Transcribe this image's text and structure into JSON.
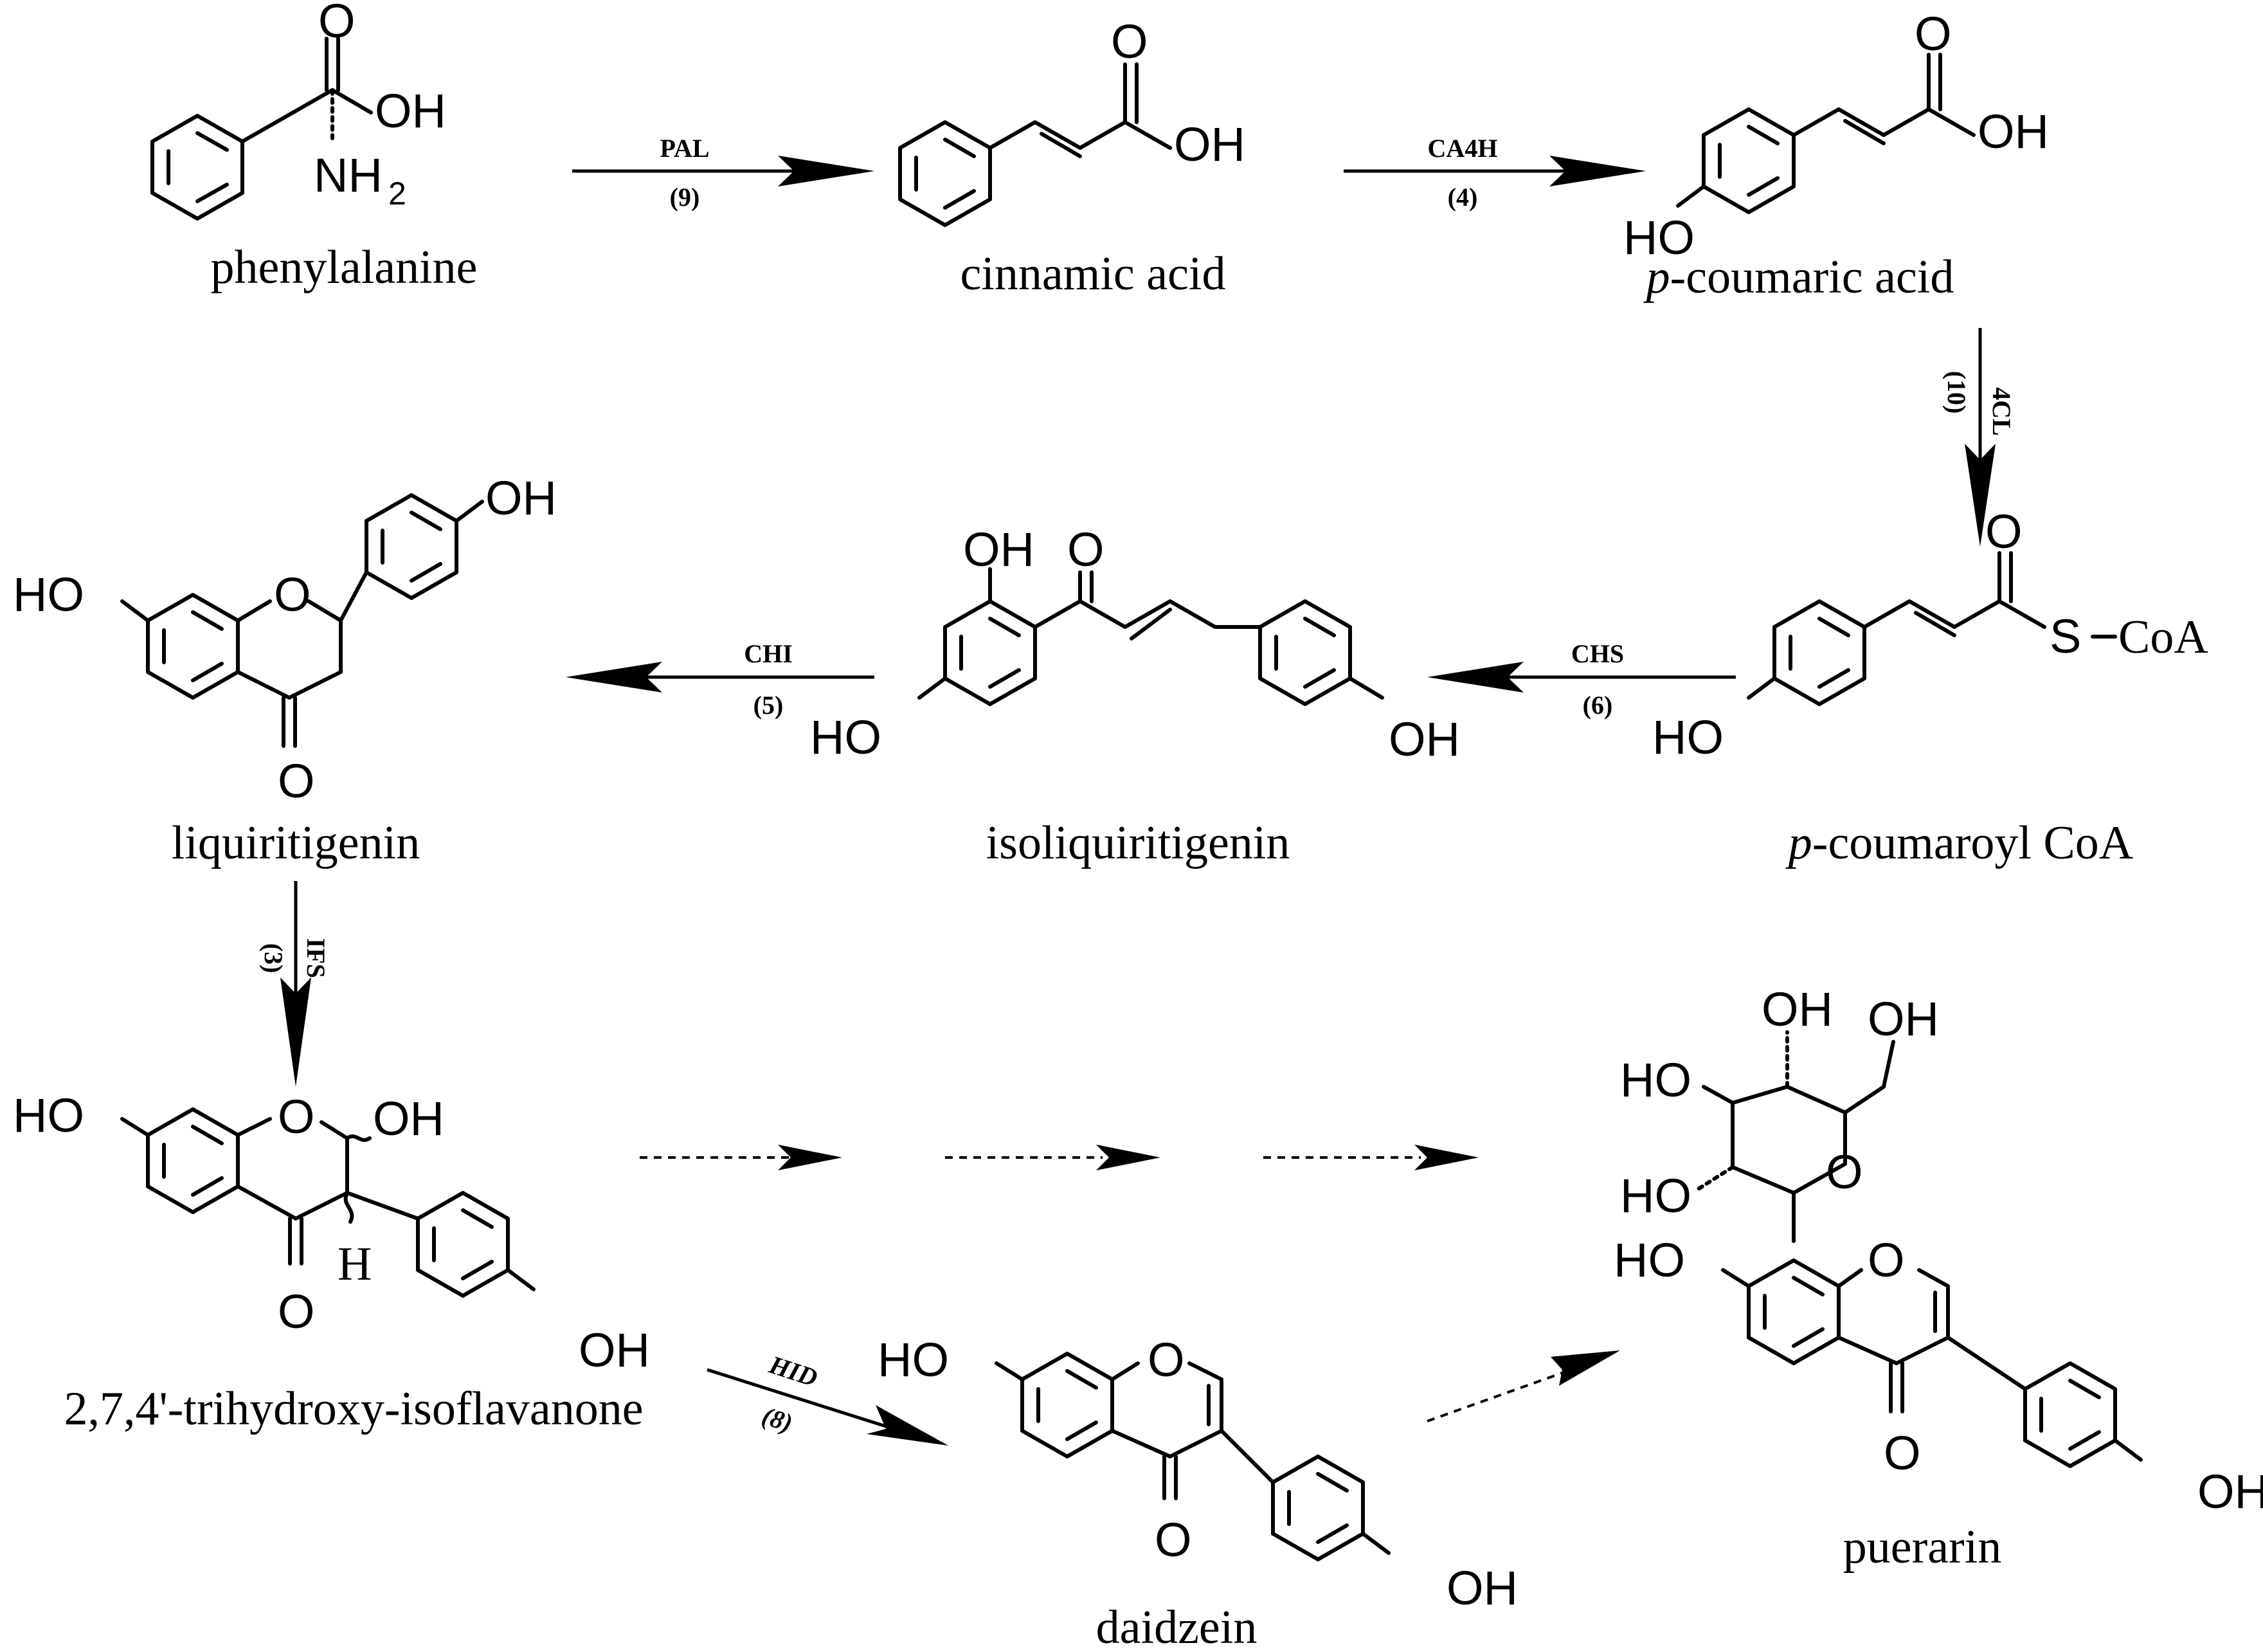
{
  "compounds": {
    "phenylalanine": "phenylalanine",
    "cinnamic_acid": "cinnamic acid",
    "p_coumaric_acid_prefix": "p",
    "p_coumaric_acid": "-coumaric acid",
    "p_coumaroyl_coa_prefix": "p",
    "p_coumaroyl_coa": "-coumaroyl CoA",
    "isoliquiritigenin": "isoliquiritigenin",
    "liquiritigenin": "liquiritigenin",
    "trihydroxy_isoflavanone": "2,7,4'-trihydroxy-isoflavanone",
    "daidzein": "daidzein",
    "puerarin": "puerarin"
  },
  "enzymes": {
    "pal": {
      "name": "PAL",
      "count": "(9)"
    },
    "ca4h": {
      "name": "CA4H",
      "count": "(4)"
    },
    "cl4": {
      "name": "4CL",
      "count": "(10)"
    },
    "chs": {
      "name": "CHS",
      "count": "(6)"
    },
    "chi": {
      "name": "CHI",
      "count": "(5)"
    },
    "ifs": {
      "name": "IFS",
      "count": "(3)"
    },
    "hid": {
      "name": "HID",
      "count": "(8)"
    }
  },
  "atoms": {
    "O": "O",
    "OH": "OH",
    "HO": "HO",
    "NH": "NH",
    "sub2": "2",
    "S": "S",
    "CoA": "CoA",
    "H": "H"
  }
}
